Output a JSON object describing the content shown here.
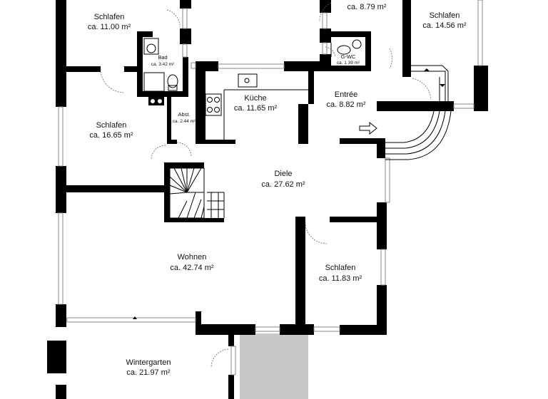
{
  "rooms": [
    {
      "id": "schlafen-nw",
      "name": "Schlafen",
      "area": "ca. 11.00 m²"
    },
    {
      "id": "bad",
      "name": "Bad",
      "area": "ca. 3.42 m²"
    },
    {
      "id": "top-middle",
      "name": "",
      "area": "ca. 8.79 m²"
    },
    {
      "id": "gwc",
      "name": "G-WC",
      "area": "ca. 1.39 m²"
    },
    {
      "id": "schlafen-ne",
      "name": "Schlafen",
      "area": "ca. 14.56 m²"
    },
    {
      "id": "kueche",
      "name": "Küche",
      "area": "ca. 11.65 m²"
    },
    {
      "id": "entree",
      "name": "Entrée",
      "area": "ca. 8.82 m²"
    },
    {
      "id": "schlafen-w",
      "name": "Schlafen",
      "area": "ca. 16.65 m²"
    },
    {
      "id": "abst",
      "name": "Abst.",
      "area": "ca. 2.44 m²"
    },
    {
      "id": "diele",
      "name": "Diele",
      "area": "ca. 27.62 m²"
    },
    {
      "id": "wohnen",
      "name": "Wohnen",
      "area": "ca. 42.74 m²"
    },
    {
      "id": "schlafen-se",
      "name": "Schlafen",
      "area": "ca. 11.83 m²"
    },
    {
      "id": "wintergarten",
      "name": "Wintergarten",
      "area": "ca. 21.97 m²"
    }
  ],
  "colors": {
    "wall": "#000000",
    "terrace": "#c8c8c8",
    "background": "#ffffff"
  }
}
